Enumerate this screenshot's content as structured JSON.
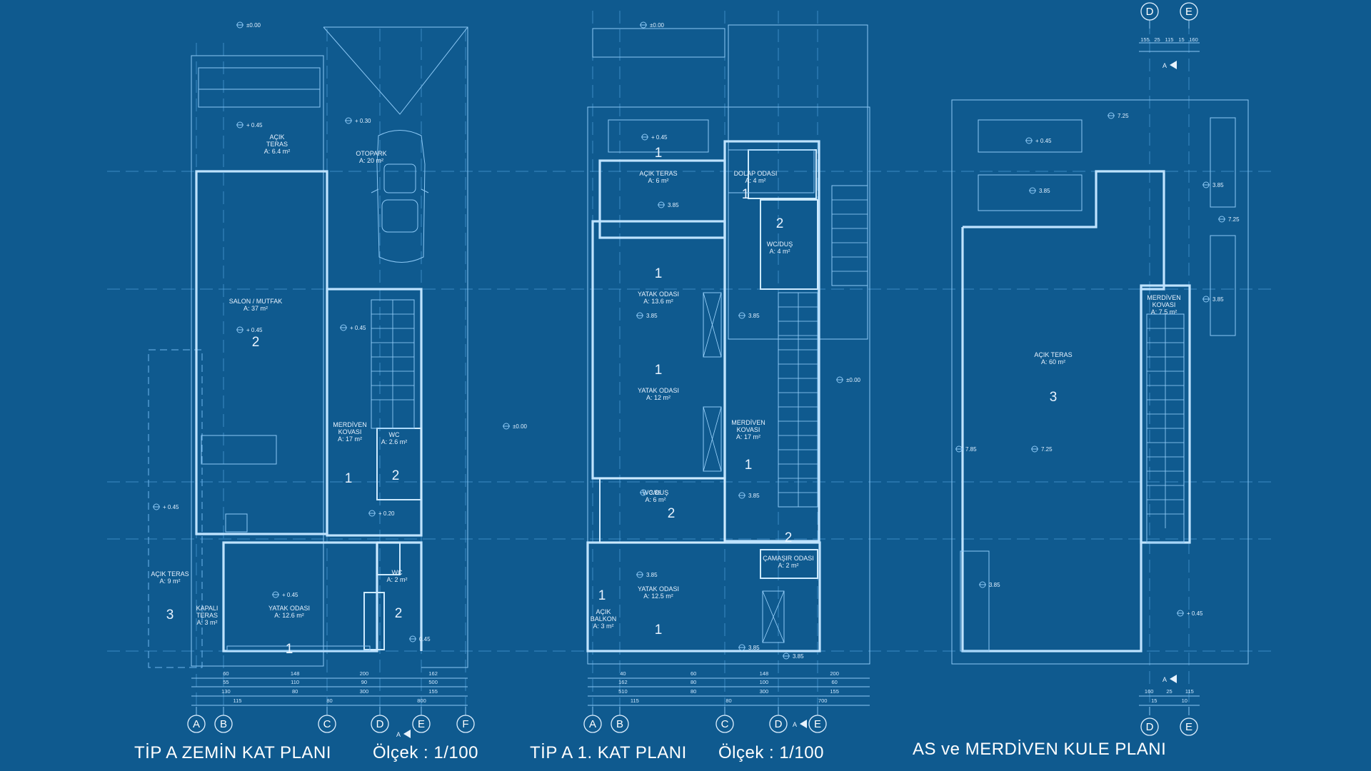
{
  "plans": [
    {
      "title": "TİP A  ZEMİN  KAT PLANI",
      "scale": "Ölçek : 1/100",
      "rooms": [
        {
          "name": "AÇIK\nTERAS",
          "area": "A: 6.4 m²",
          "no": ""
        },
        {
          "name": "OTOPARK",
          "area": "A: 20 m²",
          "no": ""
        },
        {
          "name": "SALON / MUTFAK",
          "area": "A: 37 m²",
          "no": "2"
        },
        {
          "name": "MERDİVEN\nKOVASI",
          "area": "A: 17 m²",
          "no": "1"
        },
        {
          "name": "WC",
          "area": "A: 2.6 m²",
          "no": "2"
        },
        {
          "name": "WC",
          "area": "A: 2 m²",
          "no": "2"
        },
        {
          "name": "AÇIK TERAS",
          "area": "A: 9 m²",
          "no": "3"
        },
        {
          "name": "KAPALI\nTERAS",
          "area": "A: 3 m²",
          "no": ""
        },
        {
          "name": "YATAK ODASI",
          "area": "A: 12.6 m²",
          "no": "1"
        }
      ],
      "levels": [
        "±0.00",
        "+ 0.45",
        "+ 0.30",
        "+ 0.45",
        "+ 0.45",
        "+ 0.45",
        "+ 0.20",
        "+ 0.45",
        "0.45"
      ],
      "axes": [
        "A",
        "B",
        "C",
        "D",
        "E",
        "F"
      ],
      "dims_bottom": [
        "60",
        "148",
        "200",
        "162",
        "55",
        "110",
        "90",
        "500",
        "130",
        "80",
        "300",
        "155",
        "115",
        "80",
        "800"
      ]
    },
    {
      "title": "TİP  A  1. KAT  PLANI",
      "scale": "Ölçek : 1/100",
      "rooms": [
        {
          "name": "AÇIK TERAS",
          "area": "A: 6 m²",
          "no": "1"
        },
        {
          "name": "DOLAP ODASI",
          "area": "A: 4 m²",
          "no": "1"
        },
        {
          "name": "WC/DUŞ",
          "area": "A: 4 m²",
          "no": "2"
        },
        {
          "name": "YATAK ODASI",
          "area": "A: 13.6 m²",
          "no": "1"
        },
        {
          "name": "YATAK ODASI",
          "area": "A: 12 m²",
          "no": "1"
        },
        {
          "name": "MERDİVEN\nKOVASI",
          "area": "A: 17 m²",
          "no": "1"
        },
        {
          "name": "WC/DUŞ",
          "area": "A: 6 m²",
          "no": "2"
        },
        {
          "name": "ÇAMAŞIR ODASI",
          "area": "A: 2 m²",
          "no": "2"
        },
        {
          "name": "AÇIK\nBALKON",
          "area": "A: 3 m²",
          "no": "1"
        },
        {
          "name": "YATAK ODASI",
          "area": "A: 12.5 m²",
          "no": "1"
        }
      ],
      "levels": [
        "±0.00",
        "+ 0.45",
        "3.85",
        "3.85",
        "3.85",
        "3.85",
        "3.85",
        "3.85",
        "±0.00",
        "±0.00",
        "3.85",
        "3.85"
      ],
      "axes": [
        "A",
        "B",
        "C",
        "D",
        "E"
      ],
      "dims_bottom": [
        "40",
        "60",
        "148",
        "200",
        "162",
        "80",
        "100",
        "60",
        "510",
        "80",
        "300",
        "155",
        "115",
        "80",
        "700"
      ]
    },
    {
      "title": "AS ve MERDİVEN KULE PLANI",
      "scale": "",
      "rooms": [
        {
          "name": "AÇIK TERAS",
          "area": "A: 60 m²",
          "no": "3"
        },
        {
          "name": "MERDİVEN\nKOVASI",
          "area": "A: 7.5 m²",
          "no": ""
        }
      ],
      "levels": [
        "7.25",
        "+ 0.45",
        "3.85",
        "3.85",
        "7.85",
        "7.25",
        "3.85",
        "7.25",
        "3.85",
        "+ 0.45"
      ],
      "axes": [
        "D",
        "E"
      ],
      "dims_top": [
        "155",
        "25",
        "115",
        "15",
        "160"
      ],
      "dims_bottom": [
        "160",
        "25",
        "115",
        "15",
        "10"
      ]
    }
  ],
  "section_marks": [
    "A",
    "A",
    "A",
    "A"
  ]
}
